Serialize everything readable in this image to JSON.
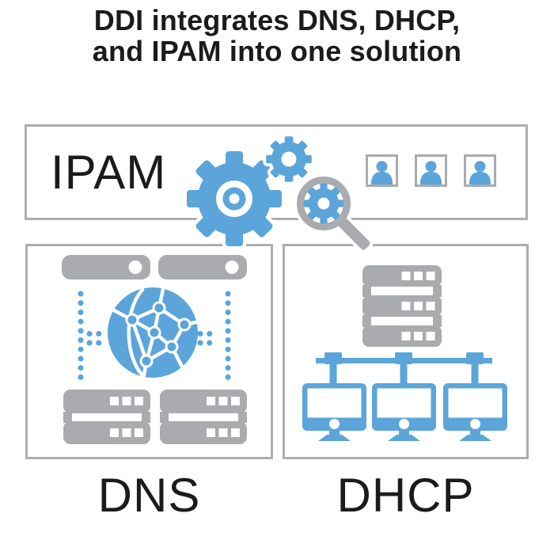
{
  "title": {
    "line1": "DDI integrates DNS, DHCP,",
    "line2": "and IPAM into one solution"
  },
  "sections": {
    "ipam": {
      "label": "IPAM",
      "icons": [
        "gear-icon-large",
        "gear-icon-small",
        "magnifier-gear-icon",
        "user-badge",
        "user-badge",
        "user-badge"
      ]
    },
    "dns": {
      "label": "DNS",
      "icons": [
        "server-bar-icon",
        "server-bar-icon",
        "dotted-link-left",
        "network-globe-icon",
        "dotted-link-right",
        "server-stack-icon",
        "server-stack-icon"
      ]
    },
    "dhcp": {
      "label": "DHCP",
      "icons": [
        "server-stack-icon",
        "network-bus-icon",
        "monitor-icon",
        "monitor-icon",
        "monitor-icon"
      ]
    }
  },
  "colors": {
    "blue": "#5BA5DA",
    "gray": "#A9ABAE",
    "border": "#ACAEB1",
    "text": "#1B1B1B"
  }
}
